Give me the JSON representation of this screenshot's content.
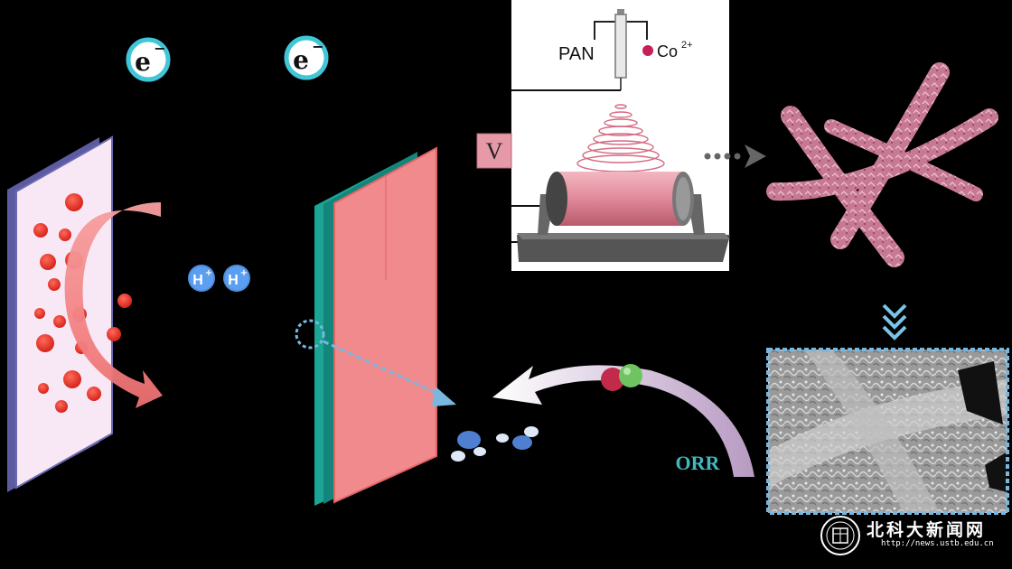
{
  "electron_label_left": "e",
  "electron_label_right": "e",
  "electron_sign": "−",
  "proton_label_1": "H",
  "proton_label_2": "H",
  "proton_sign": "+",
  "precursor_label": "PAN",
  "metal_ion_label": "Co",
  "metal_ion_charge": "2+",
  "voltage_label": "V",
  "reaction_label": "ORR",
  "watermark": {
    "title": "北科大新闻网",
    "url": "http://news.ustb.edu.cn"
  },
  "colors": {
    "background": "#000000",
    "anode_face": "#f8e8f6",
    "anode_edge": "#5c5aa0",
    "catalyst_dot": "#e0302a",
    "membrane": "#1aa594",
    "cathode": "#f08a8c",
    "fiber": "#c06a8a",
    "callout_blue": "#78b8e0",
    "orr_text": "#3fb8c0",
    "electron_ring": "#41c6d8"
  },
  "icons": [
    "electron-icon",
    "proton-icon",
    "syringe-icon",
    "collector-drum-icon",
    "oxygen-molecule-icon",
    "university-seal-icon"
  ]
}
